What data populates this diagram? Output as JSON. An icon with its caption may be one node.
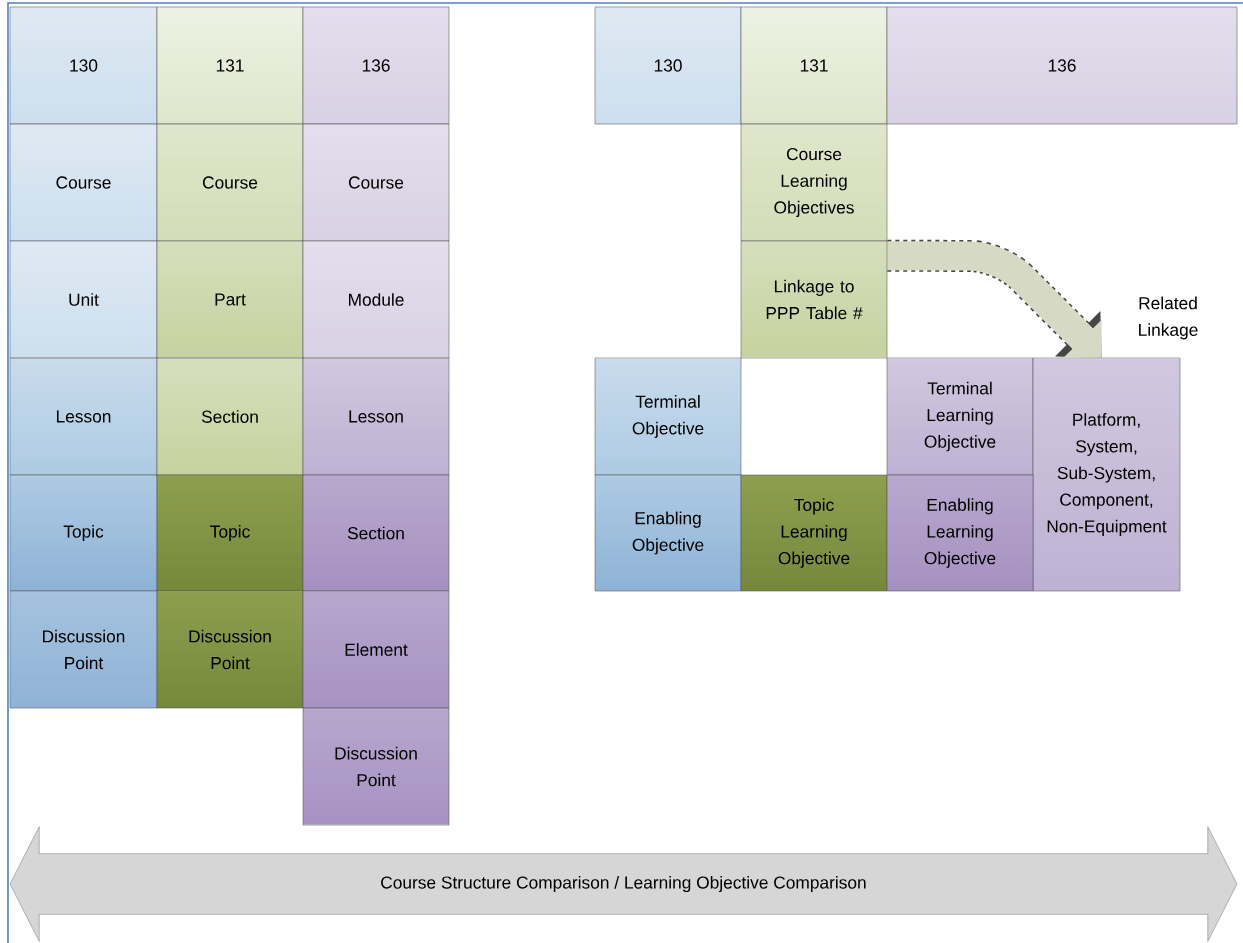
{
  "diagram": {
    "nodes": [
      {
        "text": [
          "130"
        ]
      },
      {
        "text": [
          "131"
        ]
      },
      {
        "text": [
          "136"
        ]
      },
      {
        "text": [
          "Course"
        ]
      },
      {
        "text": [
          "Course"
        ]
      },
      {
        "text": [
          "Course"
        ]
      },
      {
        "text": [
          "Unit"
        ]
      },
      {
        "text": [
          "Part"
        ]
      },
      {
        "text": [
          "Module"
        ]
      },
      {
        "text": [
          "Lesson"
        ]
      },
      {
        "text": [
          "Section"
        ]
      },
      {
        "text": [
          "Lesson"
        ]
      },
      {
        "text": [
          "Topic"
        ]
      },
      {
        "text": [
          "Topic"
        ]
      },
      {
        "text": [
          "Section"
        ]
      },
      {
        "text": [
          "Discussion Point"
        ]
      },
      {
        "text": [
          "Discussion Point"
        ]
      },
      {
        "text": [
          "Element"
        ]
      },
      {
        "text": [
          "Discussion Point"
        ]
      },
      {
        "text": [
          "130"
        ]
      },
      {
        "text": [
          "131"
        ]
      },
      {
        "text": [
          "136"
        ]
      },
      {
        "text": [
          "Course Learning Objectives"
        ]
      },
      {
        "text": [
          "Linkage to PPP Table #"
        ]
      },
      {
        "text": [
          "Terminal Objective"
        ]
      },
      {
        "text": [
          "Terminal Learning Objective"
        ]
      },
      {
        "text": [
          "Platform, System, Sub-System, Component, Non-Equipment"
        ]
      },
      {
        "text": [
          "Enabling Objective"
        ]
      },
      {
        "text": [
          "Topic Learning Objective"
        ]
      },
      {
        "text": [
          "Enabling Learning Objective"
        ]
      },
      {
        "text": [
          "Course Structure Comparison / Learning Objective Comparison"
        ]
      }
    ],
    "edges": [
      {
        "from": 23,
        "to": 26,
        "arrow": "to",
        "style": "dashed",
        "label": "Related Linkage"
      }
    ]
  }
}
